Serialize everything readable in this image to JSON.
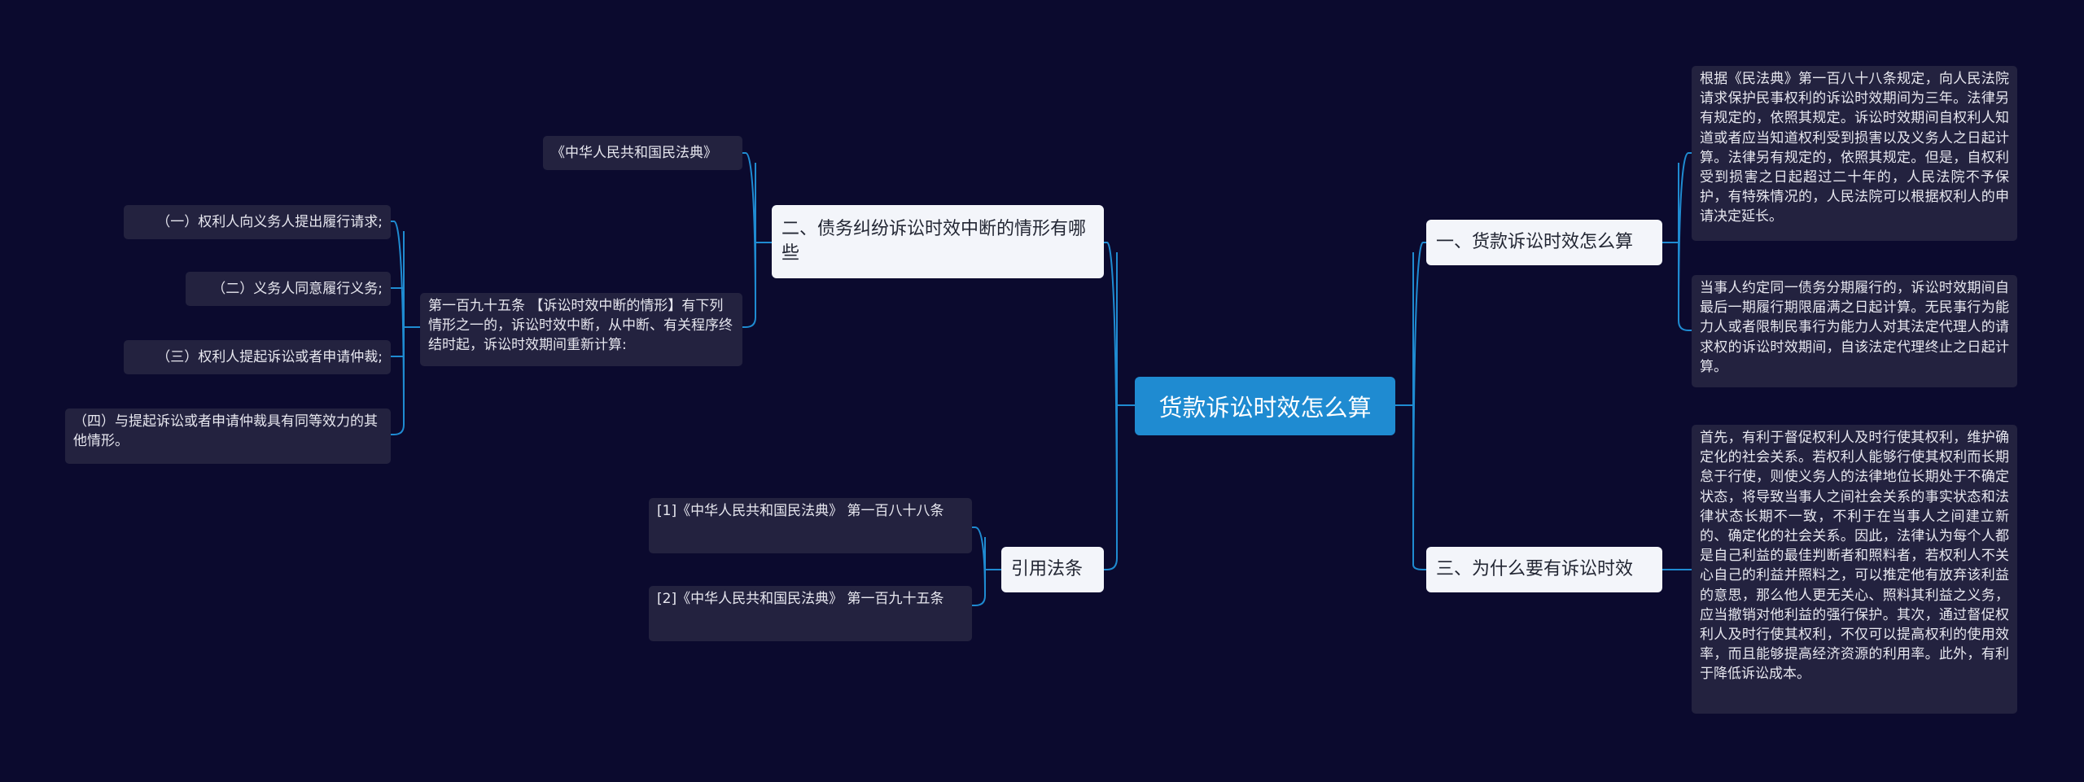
{
  "root": {
    "label": "货款诉讼时效怎么算"
  },
  "colors": {
    "background": "#0b0a2e",
    "root": "#1f8bd1",
    "branch": "#f3f5fa",
    "leaf": "#23223f",
    "line": "#1f8bd1"
  },
  "right": [
    {
      "label": "一、货款诉讼时效怎么算",
      "children": [
        "根据《民法典》第一百八十八条规定，向人民法院请求保护民事权利的诉讼时效期间为三年。法律另有规定的，依照其规定。诉讼时效期间自权利人知道或者应当知道权利受到损害以及义务人之日起计算。法律另有规定的，依照其规定。但是，自权利受到损害之日起超过二十年的，人民法院不予保护，有特殊情况的，人民法院可以根据权利人的申请决定延长。",
        "当事人约定同一债务分期履行的，诉讼时效期间自最后一期履行期限届满之日起计算。无民事行为能力人或者限制民事行为能力人对其法定代理人的请求权的诉讼时效期间，自该法定代理终止之日起计算。"
      ]
    },
    {
      "label": "三、为什么要有诉讼时效",
      "children": [
        "首先，有利于督促权利人及时行使其权利，维护确定化的社会关系。若权利人能够行使其权利而长期怠于行使，则使义务人的法律地位长期处于不确定状态，将导致当事人之间社会关系的事实状态和法律状态长期不一致，不利于在当事人之间建立新的、确定化的社会关系。因此，法律认为每个人都是自己利益的最佳判断者和照料者，若权利人不关心自己的利益并照料之，可以推定他有放弃该利益的意思，那么他人更无关心、照料其利益之义务，应当撤销对他利益的强行保护。其次，通过督促权利人及时行使其权利，不仅可以提高权利的使用效率，而且能够提高经济资源的利用率。此外，有利于降低诉讼成本。"
      ]
    }
  ],
  "left": [
    {
      "label": "二、债务纠纷诉讼时效中断的情形有哪些",
      "children": [
        {
          "label": "《中华人民共和国民法典》"
        },
        {
          "label": "第一百九十五条 【诉讼时效中断的情形】有下列情形之一的，诉讼时效中断，从中断、有关程序终结时起，诉讼时效期间重新计算:",
          "children": [
            "（一）权利人向义务人提出履行请求;",
            "（二）义务人同意履行义务;",
            "（三）权利人提起诉讼或者申请仲裁;",
            "（四）与提起诉讼或者申请仲裁具有同等效力的其他情形。"
          ]
        }
      ]
    },
    {
      "label": "引用法条",
      "children": [
        "[1]《中华人民共和国民法典》 第一百八十八条",
        "[2]《中华人民共和国民法典》 第一百九十五条"
      ]
    }
  ]
}
